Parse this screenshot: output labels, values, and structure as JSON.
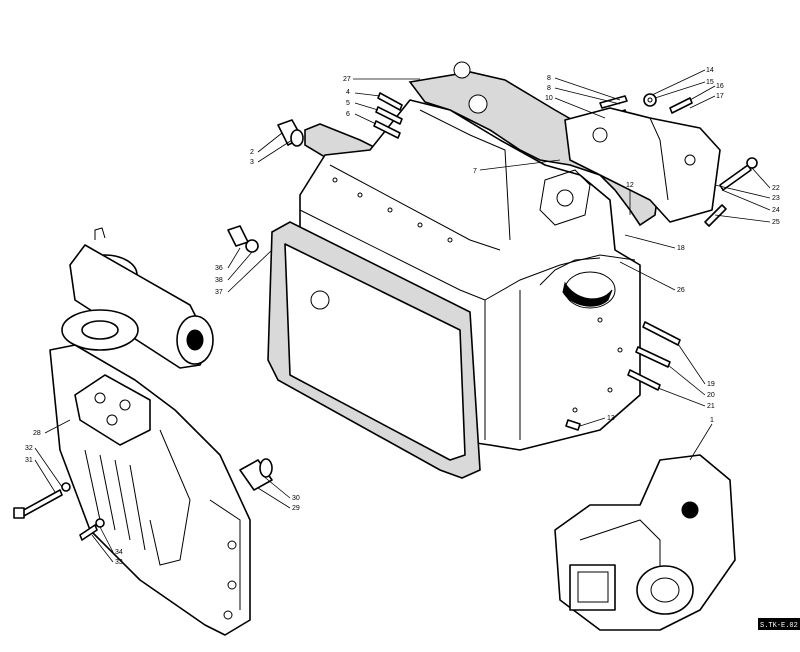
{
  "callouts": [
    {
      "id": "c27",
      "text": "27"
    },
    {
      "id": "c4",
      "text": "4"
    },
    {
      "id": "c5",
      "text": "5"
    },
    {
      "id": "c6",
      "text": "6"
    },
    {
      "id": "c2",
      "text": "2"
    },
    {
      "id": "c3",
      "text": "3"
    },
    {
      "id": "c8a",
      "text": "8"
    },
    {
      "id": "c8b",
      "text": "8"
    },
    {
      "id": "c10",
      "text": "10"
    },
    {
      "id": "c14",
      "text": "14"
    },
    {
      "id": "c15",
      "text": "15"
    },
    {
      "id": "c16",
      "text": "16"
    },
    {
      "id": "c17",
      "text": "17"
    },
    {
      "id": "c7",
      "text": "7"
    },
    {
      "id": "c12",
      "text": "12"
    },
    {
      "id": "c22",
      "text": "22"
    },
    {
      "id": "c23",
      "text": "23"
    },
    {
      "id": "c24",
      "text": "24"
    },
    {
      "id": "c25",
      "text": "25"
    },
    {
      "id": "c18",
      "text": "18"
    },
    {
      "id": "c26",
      "text": "26"
    },
    {
      "id": "c36",
      "text": "36"
    },
    {
      "id": "c38",
      "text": "38"
    },
    {
      "id": "c37",
      "text": "37"
    },
    {
      "id": "c19",
      "text": "19"
    },
    {
      "id": "c20",
      "text": "20"
    },
    {
      "id": "c21",
      "text": "21"
    },
    {
      "id": "c13",
      "text": "13"
    },
    {
      "id": "c1",
      "text": "1"
    },
    {
      "id": "c28",
      "text": "28"
    },
    {
      "id": "c32",
      "text": "32"
    },
    {
      "id": "c31",
      "text": "31"
    },
    {
      "id": "c30",
      "text": "30"
    },
    {
      "id": "c29",
      "text": "29"
    },
    {
      "id": "c34",
      "text": "34"
    },
    {
      "id": "c33",
      "text": "33"
    }
  ],
  "reference_code": "S.TK-E.02"
}
